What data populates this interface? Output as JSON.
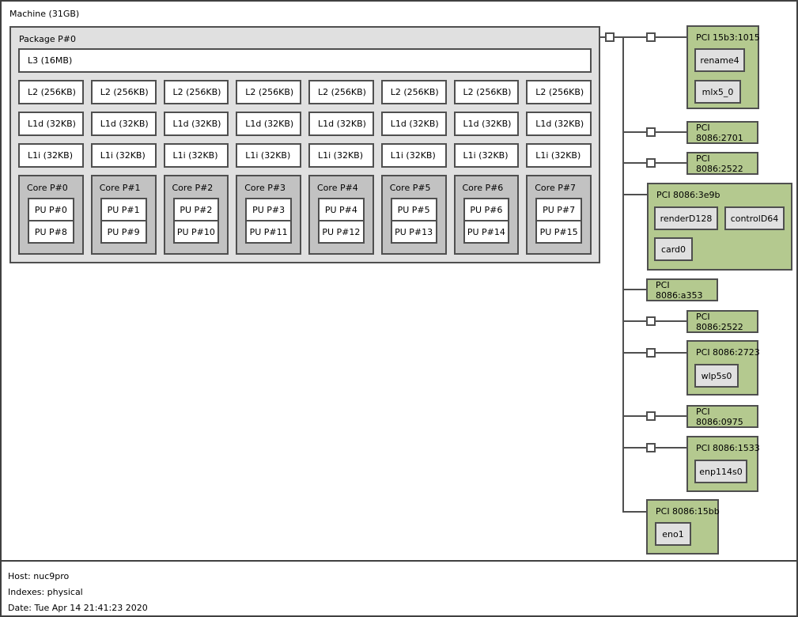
{
  "machine": {
    "label": "Machine (31GB)"
  },
  "package": {
    "label": "Package P#0",
    "l3": "L3 (16MB)",
    "l2": [
      "L2 (256KB)",
      "L2 (256KB)",
      "L2 (256KB)",
      "L2 (256KB)",
      "L2 (256KB)",
      "L2 (256KB)",
      "L2 (256KB)",
      "L2 (256KB)"
    ],
    "l1d": [
      "L1d (32KB)",
      "L1d (32KB)",
      "L1d (32KB)",
      "L1d (32KB)",
      "L1d (32KB)",
      "L1d (32KB)",
      "L1d (32KB)",
      "L1d (32KB)"
    ],
    "l1i": [
      "L1i (32KB)",
      "L1i (32KB)",
      "L1i (32KB)",
      "L1i (32KB)",
      "L1i (32KB)",
      "L1i (32KB)",
      "L1i (32KB)",
      "L1i (32KB)"
    ],
    "cores": [
      {
        "label": "Core P#0",
        "pu_top": "PU P#0",
        "pu_bottom": "PU P#8"
      },
      {
        "label": "Core P#1",
        "pu_top": "PU P#1",
        "pu_bottom": "PU P#9"
      },
      {
        "label": "Core P#2",
        "pu_top": "PU P#2",
        "pu_bottom": "PU P#10"
      },
      {
        "label": "Core P#3",
        "pu_top": "PU P#3",
        "pu_bottom": "PU P#11"
      },
      {
        "label": "Core P#4",
        "pu_top": "PU P#4",
        "pu_bottom": "PU P#12"
      },
      {
        "label": "Core P#5",
        "pu_top": "PU P#5",
        "pu_bottom": "PU P#13"
      },
      {
        "label": "Core P#6",
        "pu_top": "PU P#6",
        "pu_bottom": "PU P#14"
      },
      {
        "label": "Core P#7",
        "pu_top": "PU P#7",
        "pu_bottom": "PU P#15"
      }
    ]
  },
  "pci_tree": {
    "devices": [
      {
        "label": "PCI 15b3:1015",
        "children": [
          "rename4",
          "mlx5_0"
        ]
      },
      {
        "label": "PCI 8086:2701",
        "children": []
      },
      {
        "label": "PCI 8086:2522",
        "children": []
      },
      {
        "label": "PCI 8086:3e9b",
        "children": [
          "renderD128",
          "controlD64",
          "card0"
        ]
      },
      {
        "label": "PCI 8086:a353",
        "children": []
      },
      {
        "label": "PCI 8086:2522",
        "children": []
      },
      {
        "label": "PCI 8086:2723",
        "children": [
          "wlp5s0"
        ]
      },
      {
        "label": "PCI 8086:0975",
        "children": []
      },
      {
        "label": "PCI 8086:1533",
        "children": [
          "enp114s0"
        ]
      },
      {
        "label": "PCI 8086:15bb",
        "children": [
          "eno1"
        ]
      }
    ]
  },
  "legend": {
    "host": "Host: nuc9pro",
    "indexes": "Indexes: physical",
    "date": "Date: Tue Apr 14 21:41:23 2020"
  },
  "colors": {
    "pci_box_green": "#b4c98f",
    "package_gray": "#e0e0e0",
    "core_gray": "#c2c2c2",
    "os_device_gray": "#e0e0e0",
    "cache_white": "#ffffff",
    "border_gray": "#4f4f4f"
  }
}
